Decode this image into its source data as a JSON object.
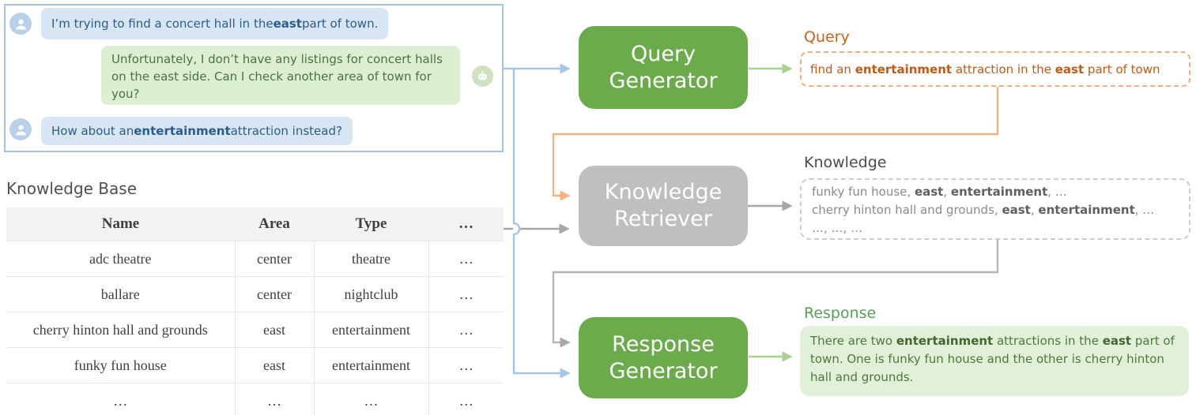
{
  "colors": {
    "module_green": "#6cab4c",
    "module_gray": "#bfbfbf",
    "arrow_blue": "#a3c6e8",
    "arrow_gray": "#a8a8a8",
    "arrow_orange": "#f2b383",
    "arrow_green": "#a9d18e",
    "query_accent": "#c05a15",
    "response_accent": "#55a055",
    "user_bubble_bg": "#d8e6f4",
    "user_text": "#2b5c8a",
    "bot_bubble_bg": "#ddeed2",
    "bot_text": "#4a7342",
    "chat_border": "#a0c4e4"
  },
  "chat": {
    "messages": [
      {
        "speaker": "user",
        "parts": [
          {
            "text": "I’m trying to find a concert hall in the "
          },
          {
            "text": "east",
            "bold": true
          },
          {
            "text": " part of town."
          }
        ]
      },
      {
        "speaker": "system",
        "parts": [
          {
            "text": "Unfortunately, I don’t have any listings for concert halls on the east side. Can I check another area of town for you?"
          }
        ]
      },
      {
        "speaker": "user",
        "parts": [
          {
            "text": "How about an "
          },
          {
            "text": "entertainment",
            "bold": true
          },
          {
            "text": " attraction instead?"
          }
        ]
      }
    ]
  },
  "knowledge_base": {
    "title": "Knowledge Base",
    "columns": [
      "Name",
      "Area",
      "Type",
      "…"
    ],
    "rows": [
      [
        "adc theatre",
        "center",
        "theatre",
        "…"
      ],
      [
        "ballare",
        "center",
        "nightclub",
        "…"
      ],
      [
        "cherry hinton hall and grounds",
        "east",
        "entertainment",
        "…"
      ],
      [
        "funky fun house",
        "east",
        "entertainment",
        "…"
      ],
      [
        "…",
        "…",
        "…",
        "…"
      ]
    ]
  },
  "modules": {
    "query_generator": {
      "label": "Query Generator"
    },
    "knowledge_retriever": {
      "label": "Knowledge Retriever"
    },
    "response_generator": {
      "label": "Response Generator"
    }
  },
  "outputs": {
    "query": {
      "label": "Query",
      "parts": [
        {
          "text": "find an "
        },
        {
          "text": "entertainment",
          "bold": true
        },
        {
          "text": " attraction in the "
        },
        {
          "text": "east",
          "bold": true
        },
        {
          "text": " part of town"
        }
      ]
    },
    "knowledge": {
      "label": "Knowledge",
      "lines": [
        [
          {
            "text": "funky fun house, "
          },
          {
            "text": "east",
            "bold": true
          },
          {
            "text": ", "
          },
          {
            "text": "entertainment",
            "bold": true
          },
          {
            "text": ", …"
          }
        ],
        [
          {
            "text": "cherry hinton hall and grounds, "
          },
          {
            "text": "east",
            "bold": true
          },
          {
            "text": ", "
          },
          {
            "text": "entertainment",
            "bold": true
          },
          {
            "text": ", …"
          }
        ],
        [
          {
            "text": "…, …, …"
          }
        ]
      ]
    },
    "response": {
      "label": "Response",
      "parts": [
        {
          "text": "There are two "
        },
        {
          "text": "entertainment",
          "bold": true
        },
        {
          "text": " attractions in the "
        },
        {
          "text": "east",
          "bold": true
        },
        {
          "text": " part of town. One is funky fun house and the other is cherry hinton hall and grounds."
        }
      ]
    }
  }
}
